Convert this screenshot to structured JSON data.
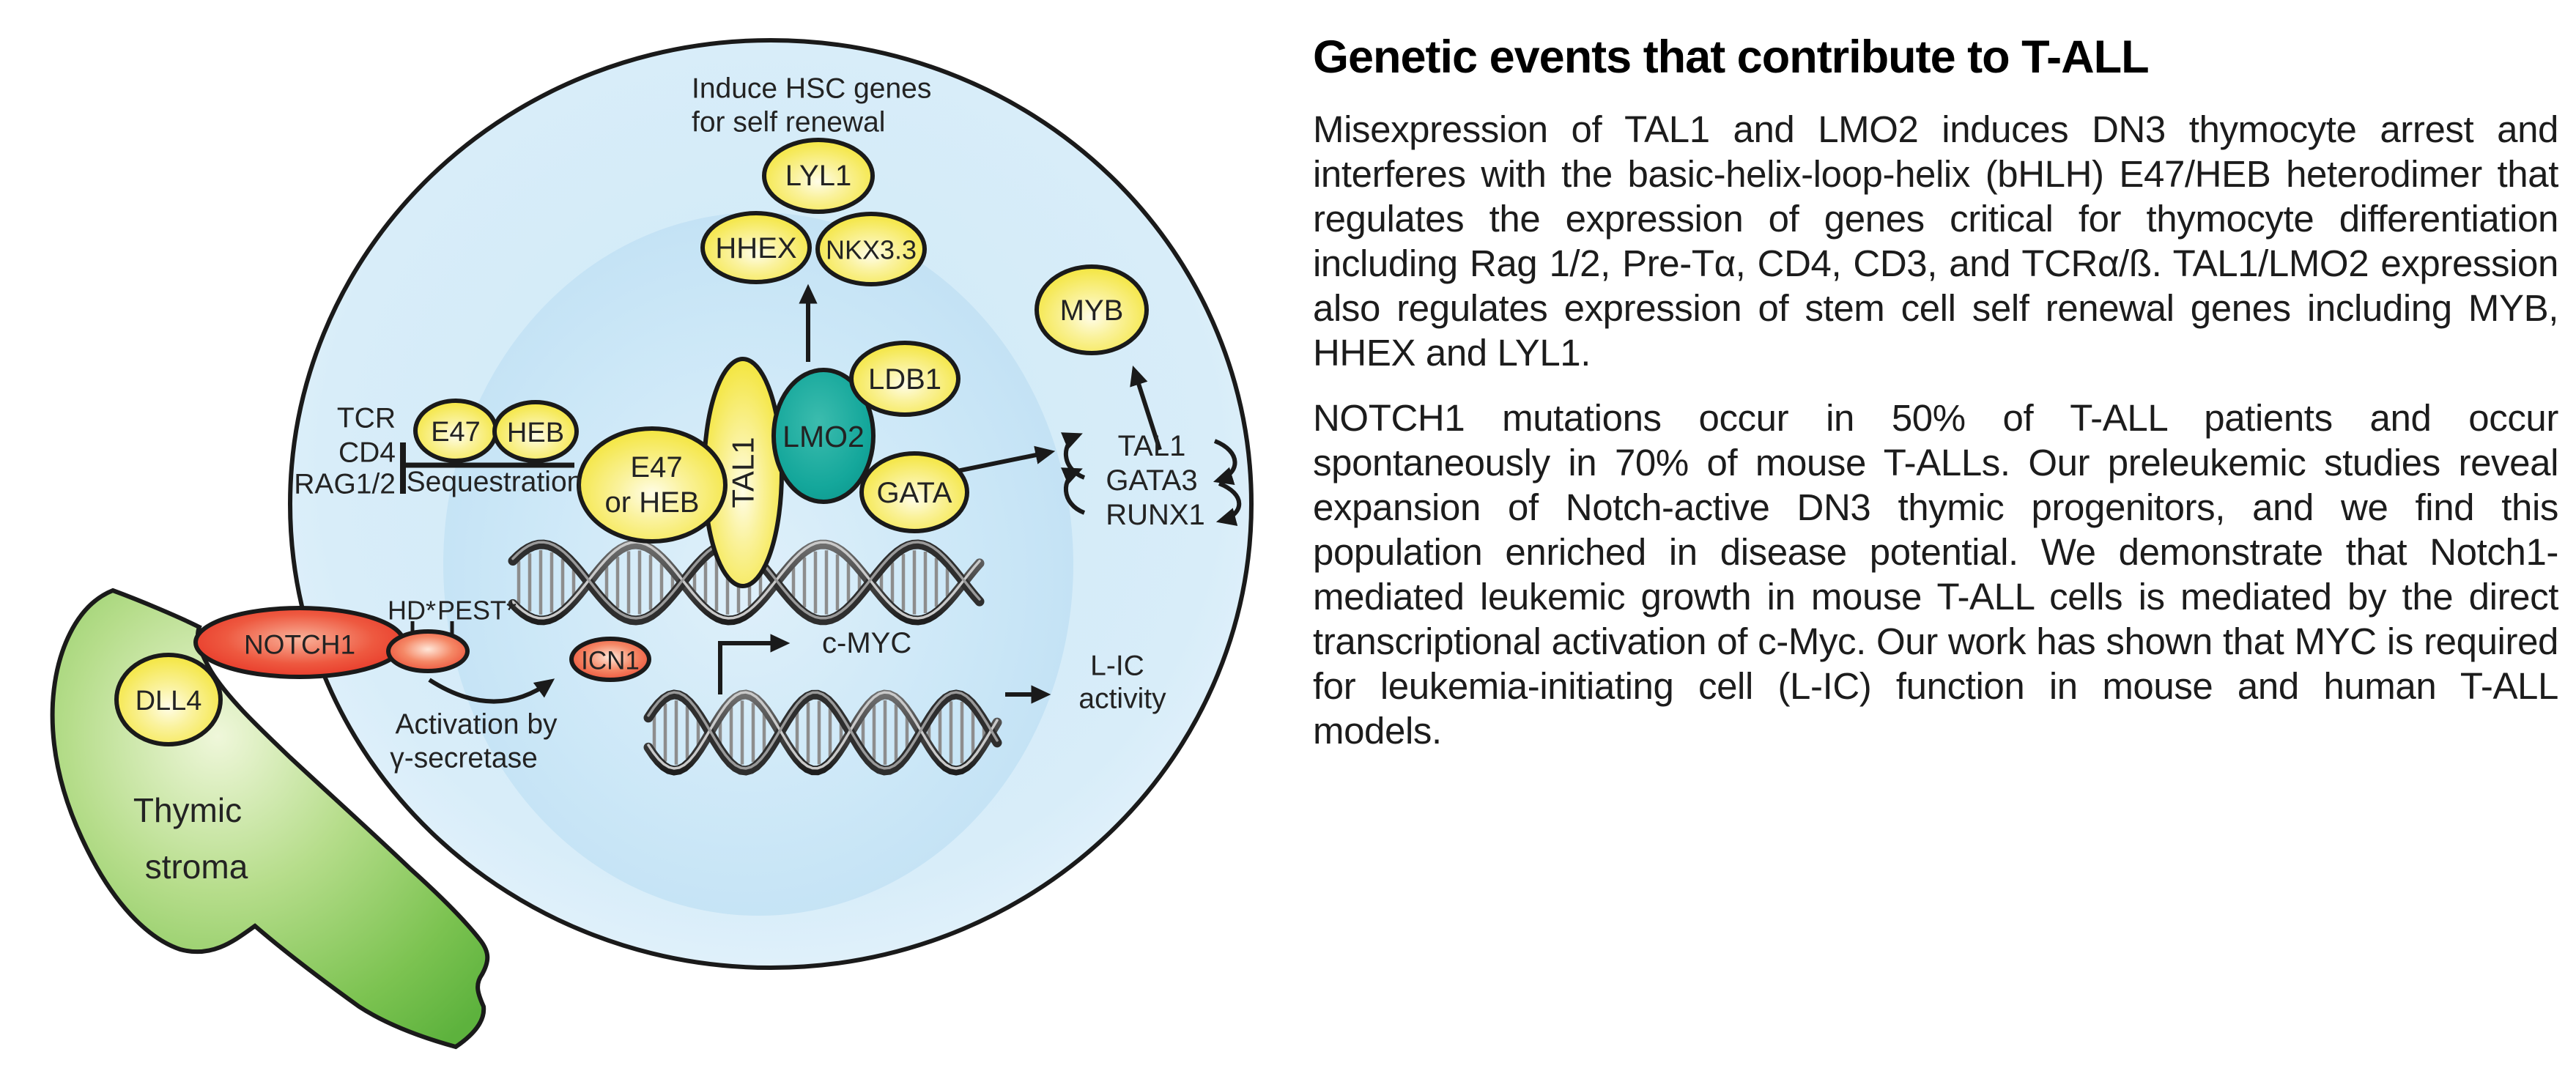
{
  "figure": {
    "induce": {
      "line1": "Induce HSC genes",
      "line2": "for self renewal"
    },
    "nodes": {
      "lyl1": "LYL1",
      "hhex": "HHEX",
      "nkx33": "NKX3.3",
      "myb": "MYB",
      "ldb1": "LDB1",
      "lmo2": "LMO2",
      "tal1": "TAL1",
      "e47_small": "E47",
      "heb_small": "HEB",
      "e47orheb_line1": "E47",
      "e47orheb_line2": "or HEB",
      "gata": "GATA",
      "dll4": "DLL4",
      "notch1": "NOTCH1",
      "icn1": "ICN1"
    },
    "left_labels": {
      "tcr": "TCR",
      "cd4": "CD4",
      "rag": "RAG1/2",
      "sequestration": "Sequestration"
    },
    "notch_marks": {
      "hd": "HD*",
      "pest": "PEST*"
    },
    "activation": {
      "line1": "Activation by",
      "line2": "γ-secretase"
    },
    "targets": {
      "cmyc": "c-MYC",
      "lic_line1": "L-IC",
      "lic_line2": "activity"
    },
    "stack": [
      "TAL1",
      "GATA3",
      "RUNX1"
    ],
    "stroma": {
      "line1": "Thymic",
      "line2": "stroma"
    }
  },
  "panel": {
    "title": "Genetic events that contribute to T-ALL",
    "paragraphs": [
      "Misexpression of TAL1 and LMO2 induces DN3 thymocyte arrest and interferes with the basic-helix-loop-helix (bHLH) E47/HEB heterodimer that regulates the expression of genes critical for thymocyte differentiation including Rag 1/2, Pre-Tα, CD4, CD3, and TCRα/ß. TAL1/LMO2 expression also regulates expression of stem cell self renewal genes including MYB, HHEX and LYL1.",
      "NOTCH1 mutations occur in 50% of T-ALL patients and occur spontaneously in 70% of mouse T-ALLs. Our preleukemic studies reveal expansion of Notch-active DN3 thymic progenitors, and we find this population enriched in disease potential. We demonstrate that Notch1-mediated leukemic growth in mouse T-ALL cells is mediated by the direct transcriptional activation of c-Myc. Our work has shown that MYC is required for leukemia-initiating cell (L-IC) function in mouse and human T-ALL models."
    ]
  },
  "colors": {
    "cell_fill": "#d2eaf7",
    "nucleus_fill": "#c6e4f5",
    "node_yellow": "#f3e433",
    "lmo2_teal": "#14a79b",
    "notch_red": "#e8392a",
    "stroma_green": "#7cc351",
    "outline": "#1a1a1a",
    "dna_gray": "#4a4a4a"
  }
}
